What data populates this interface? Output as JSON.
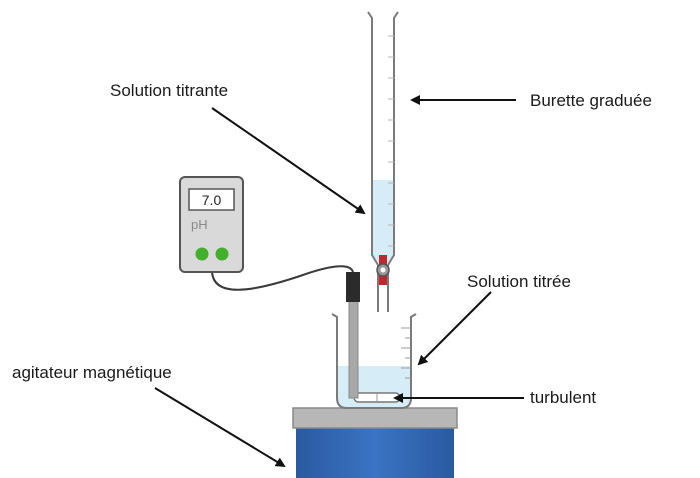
{
  "labels": {
    "solution_titrante": "Solution titrante",
    "burette_graduee": "Burette graduée",
    "solution_titree": "Solution titrée",
    "agitateur": "agitateur magnétique",
    "turbulent": "turbulent"
  },
  "ph_meter": {
    "reading": "7.0",
    "unit": "pH"
  },
  "colors": {
    "liquid": "#d6ecf7",
    "glass_outline": "#7a7a7a",
    "meter_body": "#d9d9d9",
    "meter_button": "#43b02a",
    "stopcock": "#c0282d",
    "stirrer_body": "#2f64ad",
    "stirrer_top": "#b7b7b7",
    "electrode": "#a8a8a8",
    "electrode_cap": "#2b2b2b",
    "arrow": "#111111"
  }
}
